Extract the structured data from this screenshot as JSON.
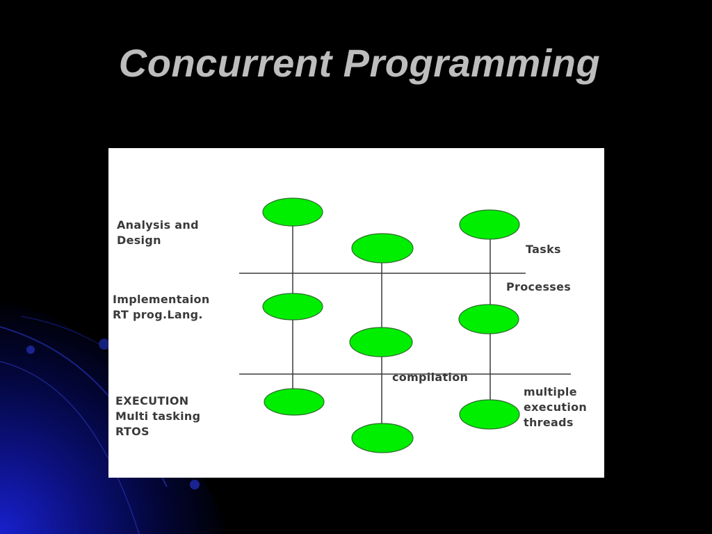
{
  "slide": {
    "title": "Concurrent Programming"
  },
  "diagram": {
    "stage_labels": {
      "analysis": [
        "Analysis and",
        "Design"
      ],
      "implementation": [
        "Implementaion",
        "RT prog.Lang."
      ],
      "execution": [
        "EXECUTION",
        "Multi tasking",
        "RTOS"
      ]
    },
    "level_labels": {
      "tasks": "Tasks",
      "processes": "Processes",
      "compilation": "compilation",
      "threads": [
        "multiple",
        "execution",
        "threads"
      ]
    },
    "colors": {
      "node_fill": "#00ee00",
      "node_stroke": "#2e6b2e",
      "line": "#3a3a3a",
      "panel": "#ffffff"
    }
  }
}
